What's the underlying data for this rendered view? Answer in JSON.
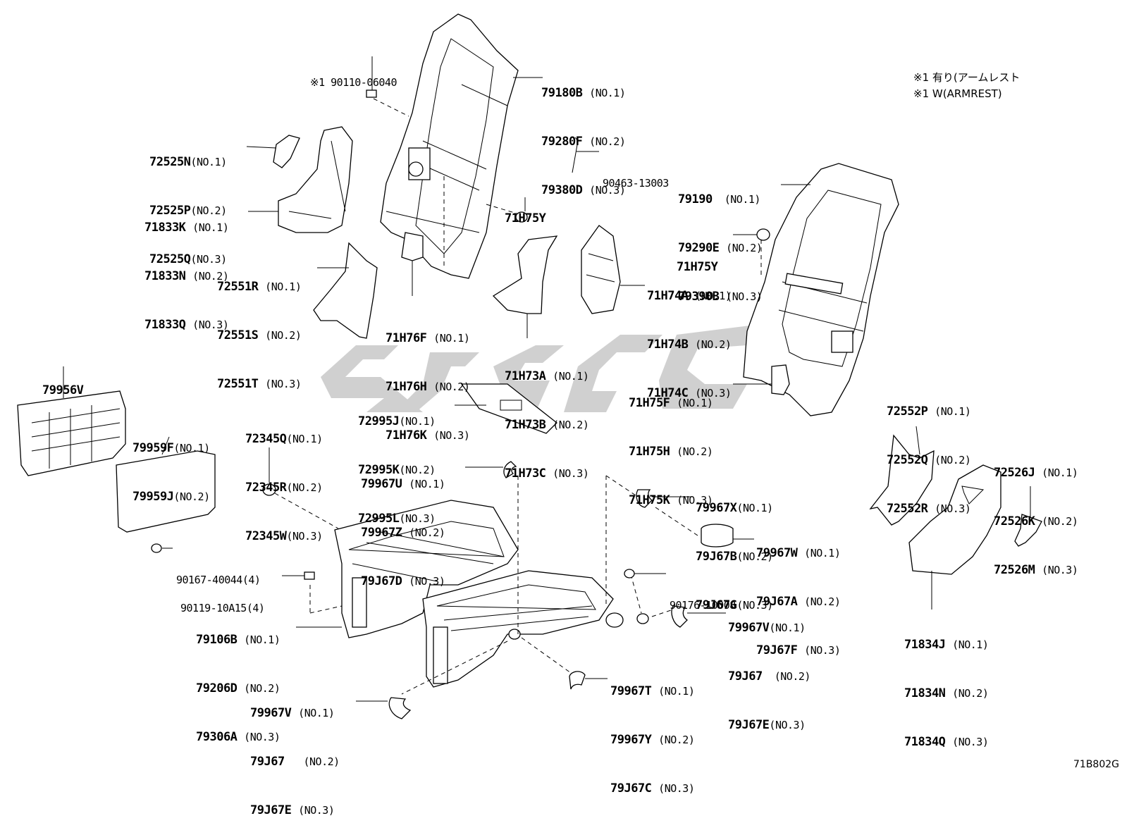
{
  "notes": [
    "※1 有り(アームレスト",
    "※1 W(ARMREST)"
  ],
  "diagram_code": "71B802G",
  "callouts": {
    "c01": [
      {
        "part": "※1 90110-06040",
        "no": ""
      }
    ],
    "c02": [
      {
        "part": "79180B",
        "no": "(NO.1)"
      },
      {
        "part": "79280F",
        "no": "(NO.2)"
      },
      {
        "part": "79380D",
        "no": "(NO.3)"
      }
    ],
    "c03": [
      {
        "part": "72525N",
        "no": "(NO.1)"
      },
      {
        "part": "72525P",
        "no": "(NO.2)"
      },
      {
        "part": "72525Q",
        "no": "(NO.3)"
      }
    ],
    "c04": [
      {
        "part": "90463-13003",
        "no": ""
      }
    ],
    "c05": [
      {
        "part": "79190",
        "no": "  (NO.1)"
      },
      {
        "part": "79290E",
        "no": "(NO.2)"
      },
      {
        "part": "79390B",
        "no": "(NO.3)"
      }
    ],
    "c06": [
      {
        "part": "71H75Y",
        "no": ""
      }
    ],
    "c07": [
      {
        "part": "71833K",
        "no": "(NO.1)"
      },
      {
        "part": "71833N",
        "no": "(NO.2)"
      },
      {
        "part": "71833Q",
        "no": "(NO.3)"
      }
    ],
    "c08": [
      {
        "part": "71H75Y",
        "no": ""
      }
    ],
    "c09": [
      {
        "part": "72551R",
        "no": "(NO.1)"
      },
      {
        "part": "72551S",
        "no": "(NO.2)"
      },
      {
        "part": "72551T",
        "no": "(NO.3)"
      }
    ],
    "c10": [
      {
        "part": "71H74A",
        "no": "(NO.1)"
      },
      {
        "part": "71H74B",
        "no": "(NO.2)"
      },
      {
        "part": "71H74C",
        "no": "(NO.3)"
      }
    ],
    "c11": [
      {
        "part": "71H76F",
        "no": "(NO.1)"
      },
      {
        "part": "71H76H",
        "no": "(NO.2)"
      },
      {
        "part": "71H76K",
        "no": "(NO.3)"
      }
    ],
    "c12": [
      {
        "part": "71H73A",
        "no": "(NO.1)"
      },
      {
        "part": "71H73B",
        "no": "(NO.2)"
      },
      {
        "part": "71H73C",
        "no": "(NO.3)"
      }
    ],
    "c13": [
      {
        "part": "79956V",
        "no": ""
      }
    ],
    "c14": [
      {
        "part": "71H75F",
        "no": "(NO.1)"
      },
      {
        "part": "71H75H",
        "no": "(NO.2)"
      },
      {
        "part": "71H75K",
        "no": "(NO.3)"
      }
    ],
    "c15": [
      {
        "part": "72995J",
        "no": "(NO.1)"
      },
      {
        "part": "72995K",
        "no": "(NO.2)"
      },
      {
        "part": "72995L",
        "no": "(NO.3)"
      }
    ],
    "c16": [
      {
        "part": "72552P",
        "no": "(NO.1)"
      },
      {
        "part": "72552Q",
        "no": "(NO.2)"
      },
      {
        "part": "72552R",
        "no": "(NO.3)"
      }
    ],
    "c17": [
      {
        "part": "79959F",
        "no": "(NO.1)"
      },
      {
        "part": "79959J",
        "no": "(NO.2)"
      }
    ],
    "c18": [
      {
        "part": "72345Q",
        "no": "(NO.1)"
      },
      {
        "part": "72345R",
        "no": "(NO.2)"
      },
      {
        "part": "72345W",
        "no": "(NO.3)"
      }
    ],
    "c19": [
      {
        "part": "72526J",
        "no": "(NO.1)"
      },
      {
        "part": "72526K",
        "no": "(NO.2)"
      },
      {
        "part": "72526M",
        "no": "(NO.3)"
      }
    ],
    "c20": [
      {
        "part": "79967U",
        "no": "(NO.1)"
      },
      {
        "part": "79967Z",
        "no": "(NO.2)"
      },
      {
        "part": "79J67D",
        "no": "(NO.3)"
      }
    ],
    "c21": [
      {
        "part": "79967X",
        "no": "(NO.1)"
      },
      {
        "part": "79J67B",
        "no": "(NO.2)"
      },
      {
        "part": "79J67G",
        "no": "(NO.3)"
      }
    ],
    "c22": [
      {
        "part": "79967W",
        "no": "(NO.1)"
      },
      {
        "part": "79J67A",
        "no": "(NO.2)"
      },
      {
        "part": "79J67F",
        "no": "(NO.3)"
      }
    ],
    "c23": [
      {
        "part": "90167-40044(4)",
        "no": ""
      }
    ],
    "c24": [
      {
        "part": "90119-10A15(4)",
        "no": ""
      }
    ],
    "c25": [
      {
        "part": "90176-10008",
        "no": ""
      }
    ],
    "c26": [
      {
        "part": "79106B",
        "no": "(NO.1)"
      },
      {
        "part": "79206D",
        "no": "(NO.2)"
      },
      {
        "part": "79306A",
        "no": "(NO.3)"
      }
    ],
    "c27": [
      {
        "part": "79967V",
        "no": "(NO.1)"
      },
      {
        "part": "79J67",
        "no": "  (NO.2)"
      },
      {
        "part": "79J67E",
        "no": "(NO.3)"
      }
    ],
    "c28": [
      {
        "part": "71834J",
        "no": "(NO.1)"
      },
      {
        "part": "71834N",
        "no": "(NO.2)"
      },
      {
        "part": "71834Q",
        "no": "(NO.3)"
      }
    ],
    "c29": [
      {
        "part": "79967T",
        "no": "(NO.1)"
      },
      {
        "part": "79967Y",
        "no": "(NO.2)"
      },
      {
        "part": "79J67C",
        "no": "(NO.3)"
      }
    ],
    "c30": [
      {
        "part": "79967V",
        "no": "(NO.1)"
      },
      {
        "part": "79J67",
        "no": "  (NO.2)"
      },
      {
        "part": "79J67E",
        "no": "(NO.3)"
      }
    ]
  }
}
